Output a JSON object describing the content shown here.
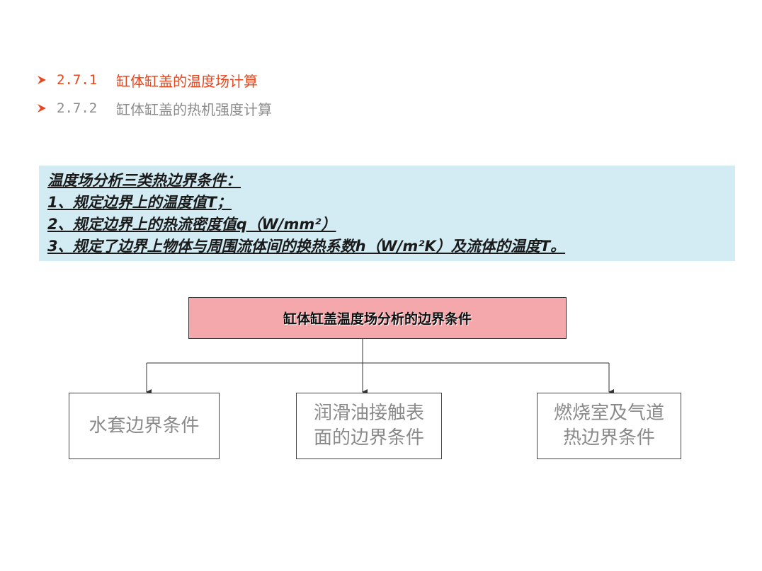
{
  "sections": [
    {
      "number": "2.7.1",
      "title": "缸体缸盖的温度场计算",
      "active": true
    },
    {
      "number": "2.7.2",
      "title": "缸体缸盖的热机强度计算",
      "active": false
    }
  ],
  "note": {
    "heading": "温度场分析三类热边界条件：",
    "item1": "1、规定边界上的温度值T；",
    "item2": "2、规定边界上的热流密度值q（W/mm²）",
    "item3": "3、规定了边界上物体与周围流体间的换热系数h（W/m²K）及流体的温度T。"
  },
  "diagram": {
    "root": "缸体缸盖温度场分析的边界条件",
    "children": [
      {
        "line1": "水套边界条件",
        "line2": ""
      },
      {
        "line1": "润滑油接触表",
        "line2": "面的边界条件"
      },
      {
        "line1": "燃烧室及气道",
        "line2": "热边界条件"
      }
    ]
  },
  "colors": {
    "accent": "#e8461e",
    "muted": "#8c8c8c",
    "note_bg": "#d3ecf4",
    "root_bg": "#f4a8ac"
  }
}
